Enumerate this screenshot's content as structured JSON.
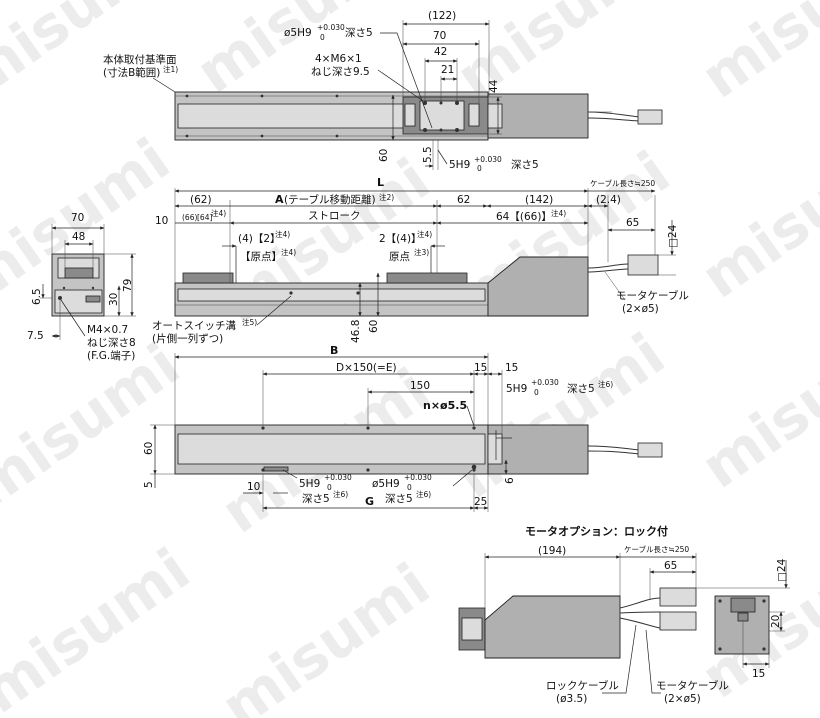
{
  "watermark": "misumi",
  "top_view": {
    "dims": {
      "d122": "(122)",
      "d70": "70",
      "d42": "42",
      "d21": "21",
      "d44": "44",
      "d60": "60",
      "d5_5": "5.5"
    },
    "labels": {
      "mount_ref_line1": "本体取付基準面",
      "mount_ref_line2": "(寸法B範囲)",
      "mount_ref_note": "注1)",
      "hole_top": "ø5H9",
      "hole_top_tol_upper": "+0.030",
      "hole_top_tol_lower": "0",
      "hole_top_depth": "深さ5",
      "screw_line1": "4×M6×1",
      "screw_line2": "ねじ深さ9.5",
      "slot_bottom": "5H9",
      "slot_bottom_tol_upper": "+0.030",
      "slot_bottom_tol_lower": "0",
      "slot_bottom_depth": "深さ5"
    }
  },
  "side_view": {
    "dims": {
      "L": "L",
      "A": "A",
      "A_text": "(テーブル移動距離)",
      "A_note": "注2)",
      "d62_paren": "(62)",
      "d66": "(66)",
      "d64": "[64]",
      "d66_note": "注4)",
      "d10": "10",
      "stroke": "ストローク",
      "d62": "62",
      "d64_66": "64【(66)】",
      "d64_66_note": "注4)",
      "d142": "(142)",
      "d2_4": "(2.4)",
      "cable_len": "ケーブル長さ≒250",
      "d65": "65",
      "d24": "□24",
      "left_4_2": "(4)【2】",
      "left_4_2_note": "注4)",
      "right_2_4": "2【(4)】",
      "right_2_4_note": "注4)",
      "origin_left": "【原点】",
      "origin_left_note": "注4)",
      "origin_right": "原点",
      "origin_right_note": "注3)",
      "d46_8": "46.8",
      "d60": "60"
    },
    "labels": {
      "auto_switch_line1": "オートスイッチ溝",
      "auto_switch_note": "注5)",
      "auto_switch_line2": "(片側一列ずつ)",
      "motor_cable": "モータケーブル",
      "motor_cable_spec": "(2×ø5)"
    }
  },
  "end_view": {
    "dims": {
      "d70": "70",
      "d48": "48",
      "d79": "79",
      "d30": "30",
      "d6_5": "6.5",
      "d7_5": "7.5"
    },
    "labels": {
      "fg_line1": "M4×0.7",
      "fg_line2": "ねじ深さ8",
      "fg_line3": "(F.G.端子)"
    }
  },
  "bottom_view": {
    "dims": {
      "B": "B",
      "DxE": "D×150(=E)",
      "d150": "150",
      "d15a": "15",
      "d15b": "15",
      "d60": "60",
      "d5": "5",
      "d6": "6",
      "d10": "10",
      "G": "G",
      "d25": "25"
    },
    "labels": {
      "nx": "n×ø5.5",
      "slot_top": "5H9",
      "slot_top_tol_upper": "+0.030",
      "slot_top_tol_lower": "0",
      "slot_top_depth": "深さ5",
      "slot_top_note": "注6)",
      "slot_left": "5H9",
      "slot_left_tol_upper": "+0.030",
      "slot_left_tol_lower": "0",
      "slot_left_depth": "深さ5",
      "slot_left_note": "注6)",
      "hole_right": "ø5H9",
      "hole_right_tol_upper": "+0.030",
      "hole_right_tol_lower": "0",
      "hole_right_depth": "深さ5",
      "hole_right_note": "注6)"
    }
  },
  "motor_option": {
    "title": "モータオプション：ロック付",
    "dims": {
      "d194": "(194)",
      "cable_len": "ケーブル長さ≒250",
      "d65": "65",
      "d24": "□24",
      "d20": "20",
      "d15": "15"
    },
    "labels": {
      "lock_cable": "ロックケーブル",
      "lock_cable_spec": "(ø3.5)",
      "motor_cable": "モータケーブル",
      "motor_cable_spec": "(2×ø5)"
    }
  }
}
